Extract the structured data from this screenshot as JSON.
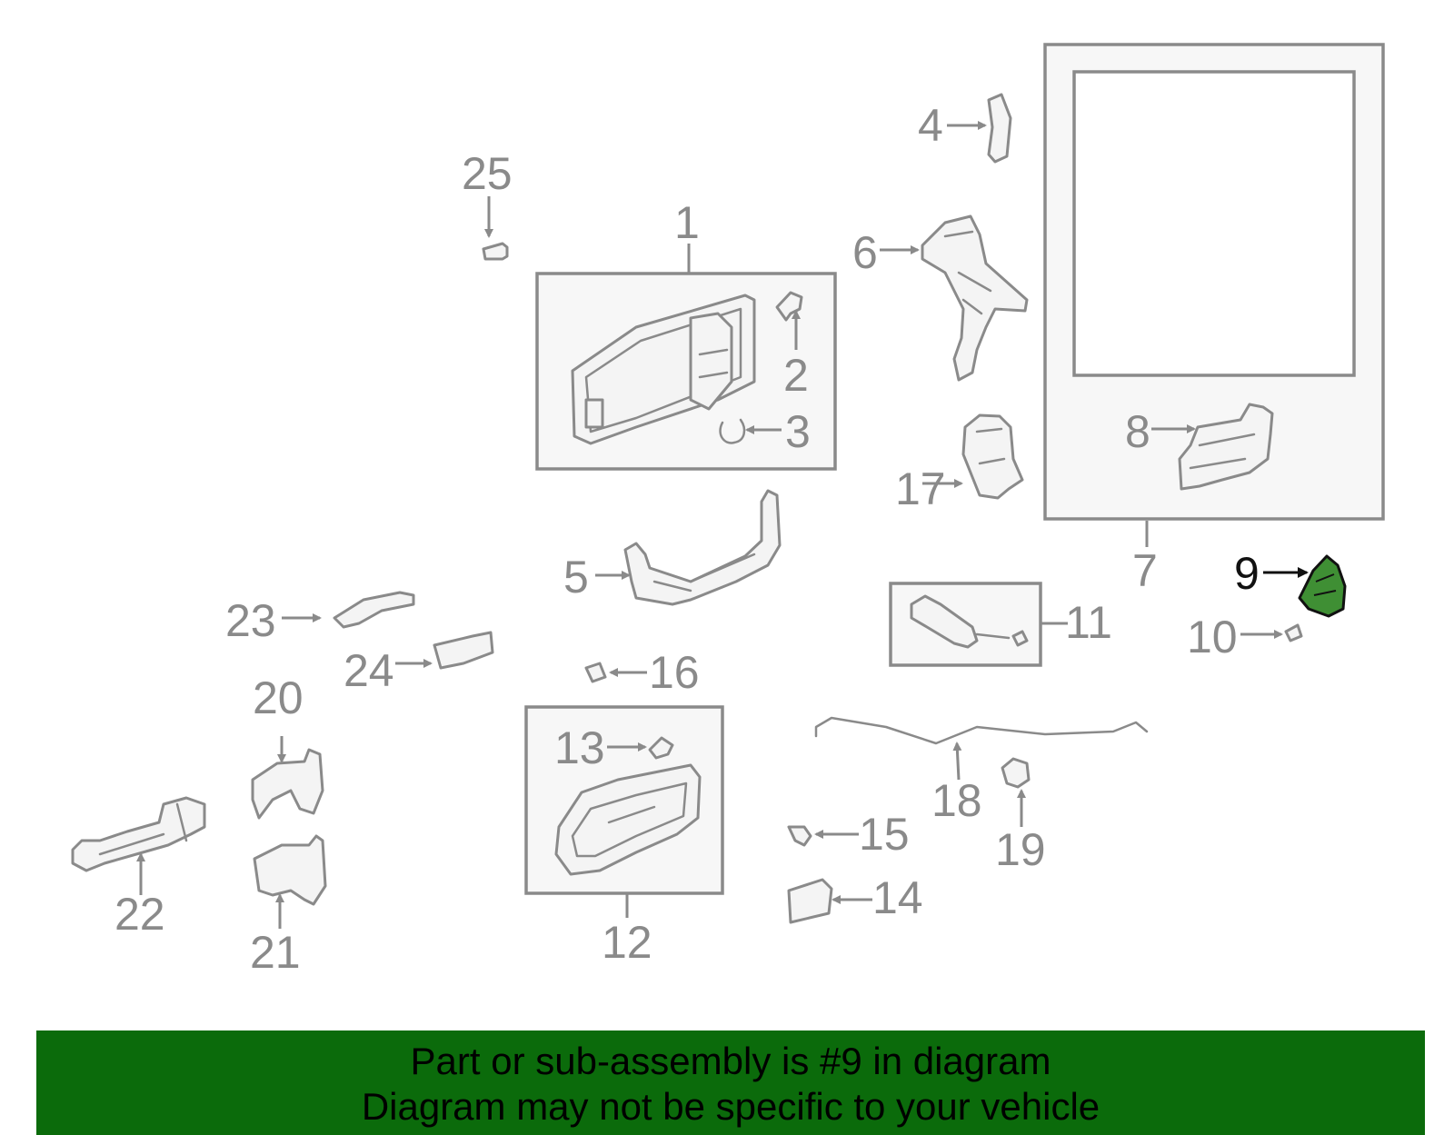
{
  "callouts": {
    "c1": "1",
    "c2": "2",
    "c3": "3",
    "c4": "4",
    "c5": "5",
    "c6": "6",
    "c7": "7",
    "c8": "8",
    "c9": "9",
    "c10": "10",
    "c11": "11",
    "c12": "12",
    "c13": "13",
    "c14": "14",
    "c15": "15",
    "c16": "16",
    "c17": "17",
    "c18": "18",
    "c19": "19",
    "c20": "20",
    "c21": "21",
    "c22": "22",
    "c23": "23",
    "c24": "24",
    "c25": "25"
  },
  "highlight": {
    "part": "9",
    "color": "#3f8f34"
  },
  "banner": {
    "line1": "Part or sub-assembly is #9 in diagram",
    "line2": "Diagram may not be specific to your vehicle",
    "background": "#0b6b0b"
  }
}
